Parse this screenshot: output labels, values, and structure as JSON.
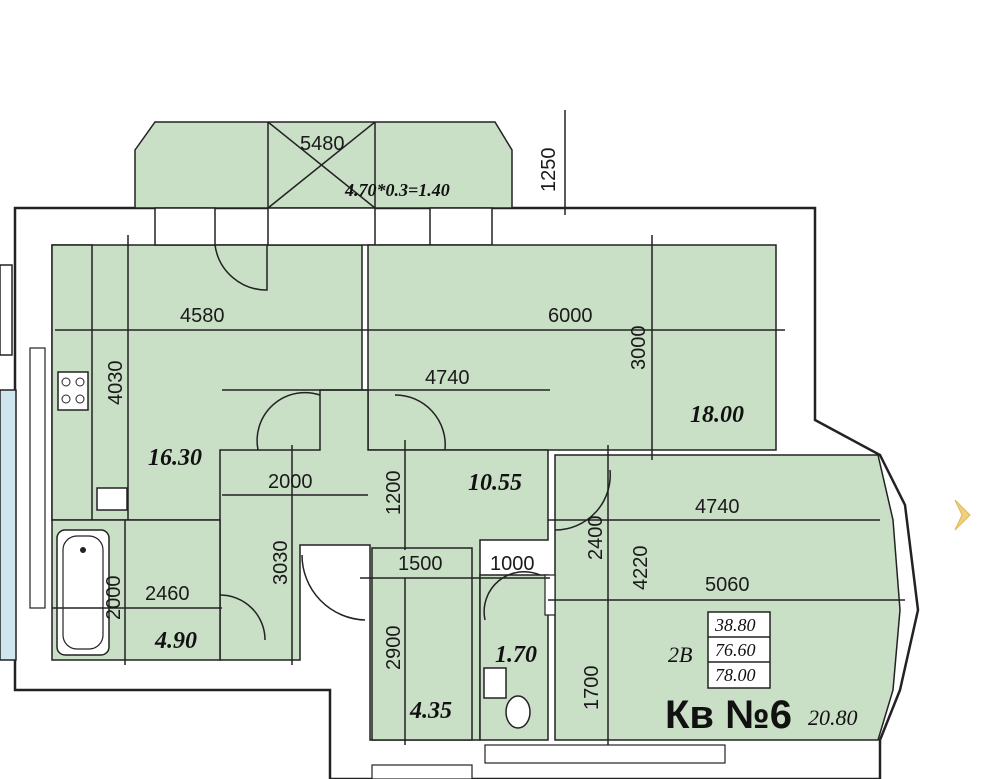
{
  "plan": {
    "dimensions": {
      "balcony_width": "5480",
      "balcony_area_formula": "4.70*0.3=1.40",
      "balcony_depth": "1250",
      "kitchen_width": "4580",
      "kitchen_depth": "4030",
      "room1_width": "6000",
      "room1_depth": "3000",
      "hall_upper_width": "4740",
      "corridor_width": "2000",
      "corridor_depth": "1200",
      "hall_depth": "3030",
      "bath_width": "2460",
      "bath_depth": "2000",
      "wc_width": "1500",
      "wc2_width": "1000",
      "room2_width_top": "4740",
      "room2_width_bottom": "5060",
      "room2_depth_top": "2400",
      "room2_depth_mid": "4220",
      "room2_depth_bottom": "1700",
      "store_depth": "2900"
    },
    "areas": {
      "kitchen": "16.30",
      "room1": "18.00",
      "hall": "10.55",
      "bath": "4.90",
      "wc": "1.70",
      "store": "4.35",
      "room2": "20.80"
    },
    "summary": {
      "rooms_code": "2В",
      "living_area": "38.80",
      "total_area": "76.60",
      "total_with_balcony": "78.00"
    },
    "apartment_label": "Кв №6"
  },
  "colors": {
    "room_fill": "#c9dfc6",
    "wall": "#222222",
    "window": "#cfe6ef"
  }
}
